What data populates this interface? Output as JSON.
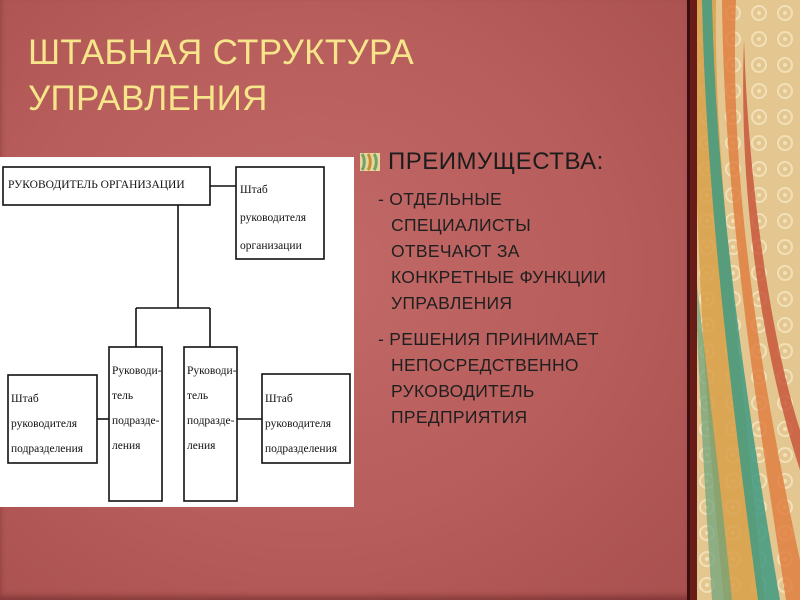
{
  "slide": {
    "title_lines": [
      "ШТАБНАЯ СТРУКТУРА",
      "УПРАВЛЕНИЯ"
    ],
    "colors": {
      "background": "#b75d5b",
      "title": "#f6e58a",
      "text": "#1f1f1f",
      "chart_bg": "#ffffff"
    }
  },
  "diagram": {
    "top_box": "РУКОВОДИТЕЛЬ ОРГАНИЗАЦИИ",
    "top_staff_lines": [
      "Штаб",
      "руководителя",
      "организации"
    ],
    "unit_head_lines": [
      "Руководи-",
      "тель",
      "подразде-",
      "ления"
    ],
    "unit_head_lines_right": [
      "Руководи-",
      "тель",
      "подразде-",
      "ления"
    ],
    "unit_staff_left_lines": [
      "Штаб",
      "руководителя",
      "подразделения"
    ],
    "unit_staff_right_lines": [
      "Штаб",
      "руководителя",
      "подразделения"
    ]
  },
  "advantages": {
    "icon": "stripe-bullet-icon",
    "heading": "ПРЕИМУЩЕСТВА:",
    "items": [
      {
        "lines": [
          "- ОТДЕЛЬНЫЕ",
          "СПЕЦИАЛИСТЫ",
          "ОТВЕЧАЮТ ЗА",
          "КОНКРЕТНЫЕ ФУНКЦИИ",
          "УПРАВЛЕНИЯ"
        ]
      },
      {
        "lines": [
          "- РЕШЕНИЯ ПРИНИМАЕТ",
          "НЕПОСРЕДСТВЕННО",
          "РУКОВОДИТЕЛЬ",
          "ПРЕДПРИЯТИЯ"
        ]
      }
    ]
  }
}
